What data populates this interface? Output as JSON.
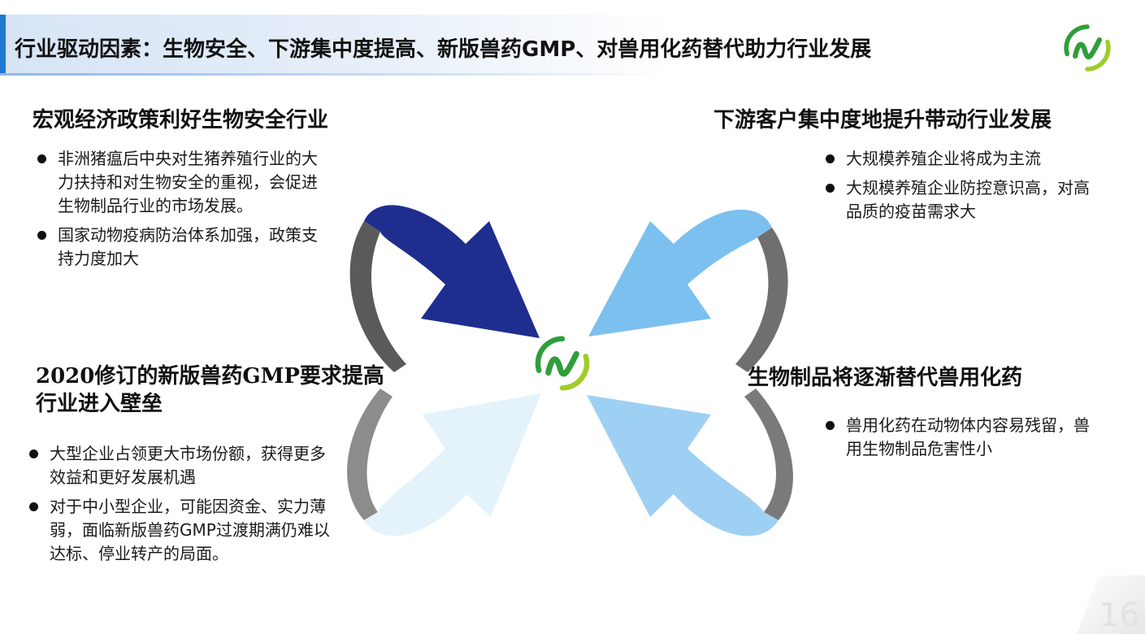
{
  "header": {
    "title": "行业驱动因素：生物安全、下游集中度提高、新版兽药GMP、对兽用化药替代助力行业发展",
    "logo_icon": "company-logo-icon"
  },
  "colors": {
    "accent": "#1f78d1",
    "arrow_dark_blue": "#1f2d8e",
    "arrow_light_blue": "#7cc0ef",
    "arrow_pale_blue": "#e4f2fc",
    "arrow_grey": "#8c8c8c",
    "logo_green": "#2f9e3a",
    "logo_lime": "#9fcc2a"
  },
  "sections": {
    "top_left": {
      "title": "宏观经济政策利好生物安全行业",
      "bullets": [
        "非洲猪瘟后中央对生猪养殖行业的大力扶持和对生物安全的重视，会促进生物制品行业的市场发展。",
        "国家动物疫病防治体系加强，政策支持力度加大"
      ]
    },
    "top_right": {
      "title": "下游客户集中度地提升带动行业发展",
      "bullets": [
        "大规模养殖企业将成为主流",
        "大规模养殖企业防控意识高，对高品质的疫苗需求大"
      ]
    },
    "bottom_left": {
      "title_line1": "2020修订的新版兽药GMP要求提高",
      "title_line2": "行业进入壁垒",
      "bullets": [
        "大型企业占领更大市场份额，获得更多效益和更好发展机遇",
        "对于中小型企业，可能因资金、实力薄弱，面临新版兽药GMP过渡期满仍难以达标、停业转产的局面。"
      ]
    },
    "bottom_right": {
      "title": "生物制品将逐渐替代兽用化药",
      "bullets": [
        "兽用化药在动物体内容易残留，兽用生物制品危害性小"
      ]
    }
  },
  "page_number": "16"
}
